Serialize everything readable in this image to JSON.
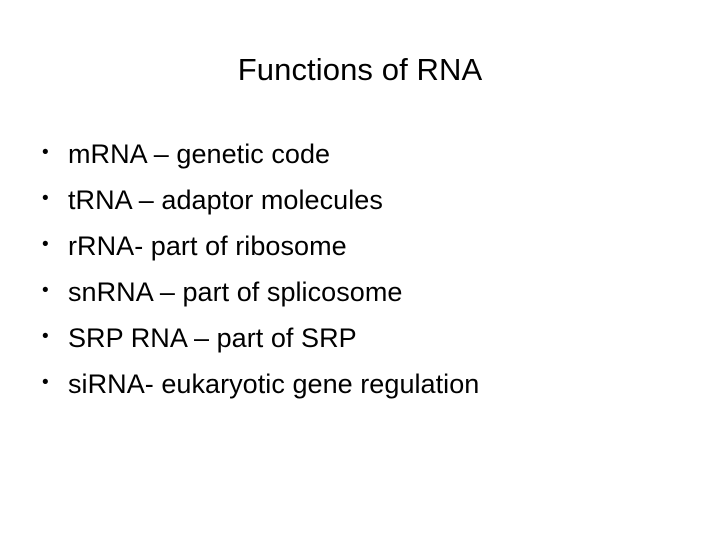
{
  "slide": {
    "title": "Functions of RNA",
    "background_color": "#ffffff",
    "text_color": "#000000",
    "bullet_glyph": "•",
    "bullets": [
      {
        "text": "mRNA – genetic code"
      },
      {
        "text": "tRNA – adaptor molecules"
      },
      {
        "text": "rRNA- part of ribosome"
      },
      {
        "text": "snRNA – part of splicosome"
      },
      {
        "text": "SRP RNA – part of SRP"
      },
      {
        "text": "siRNA- eukaryotic gene regulation"
      }
    ]
  }
}
